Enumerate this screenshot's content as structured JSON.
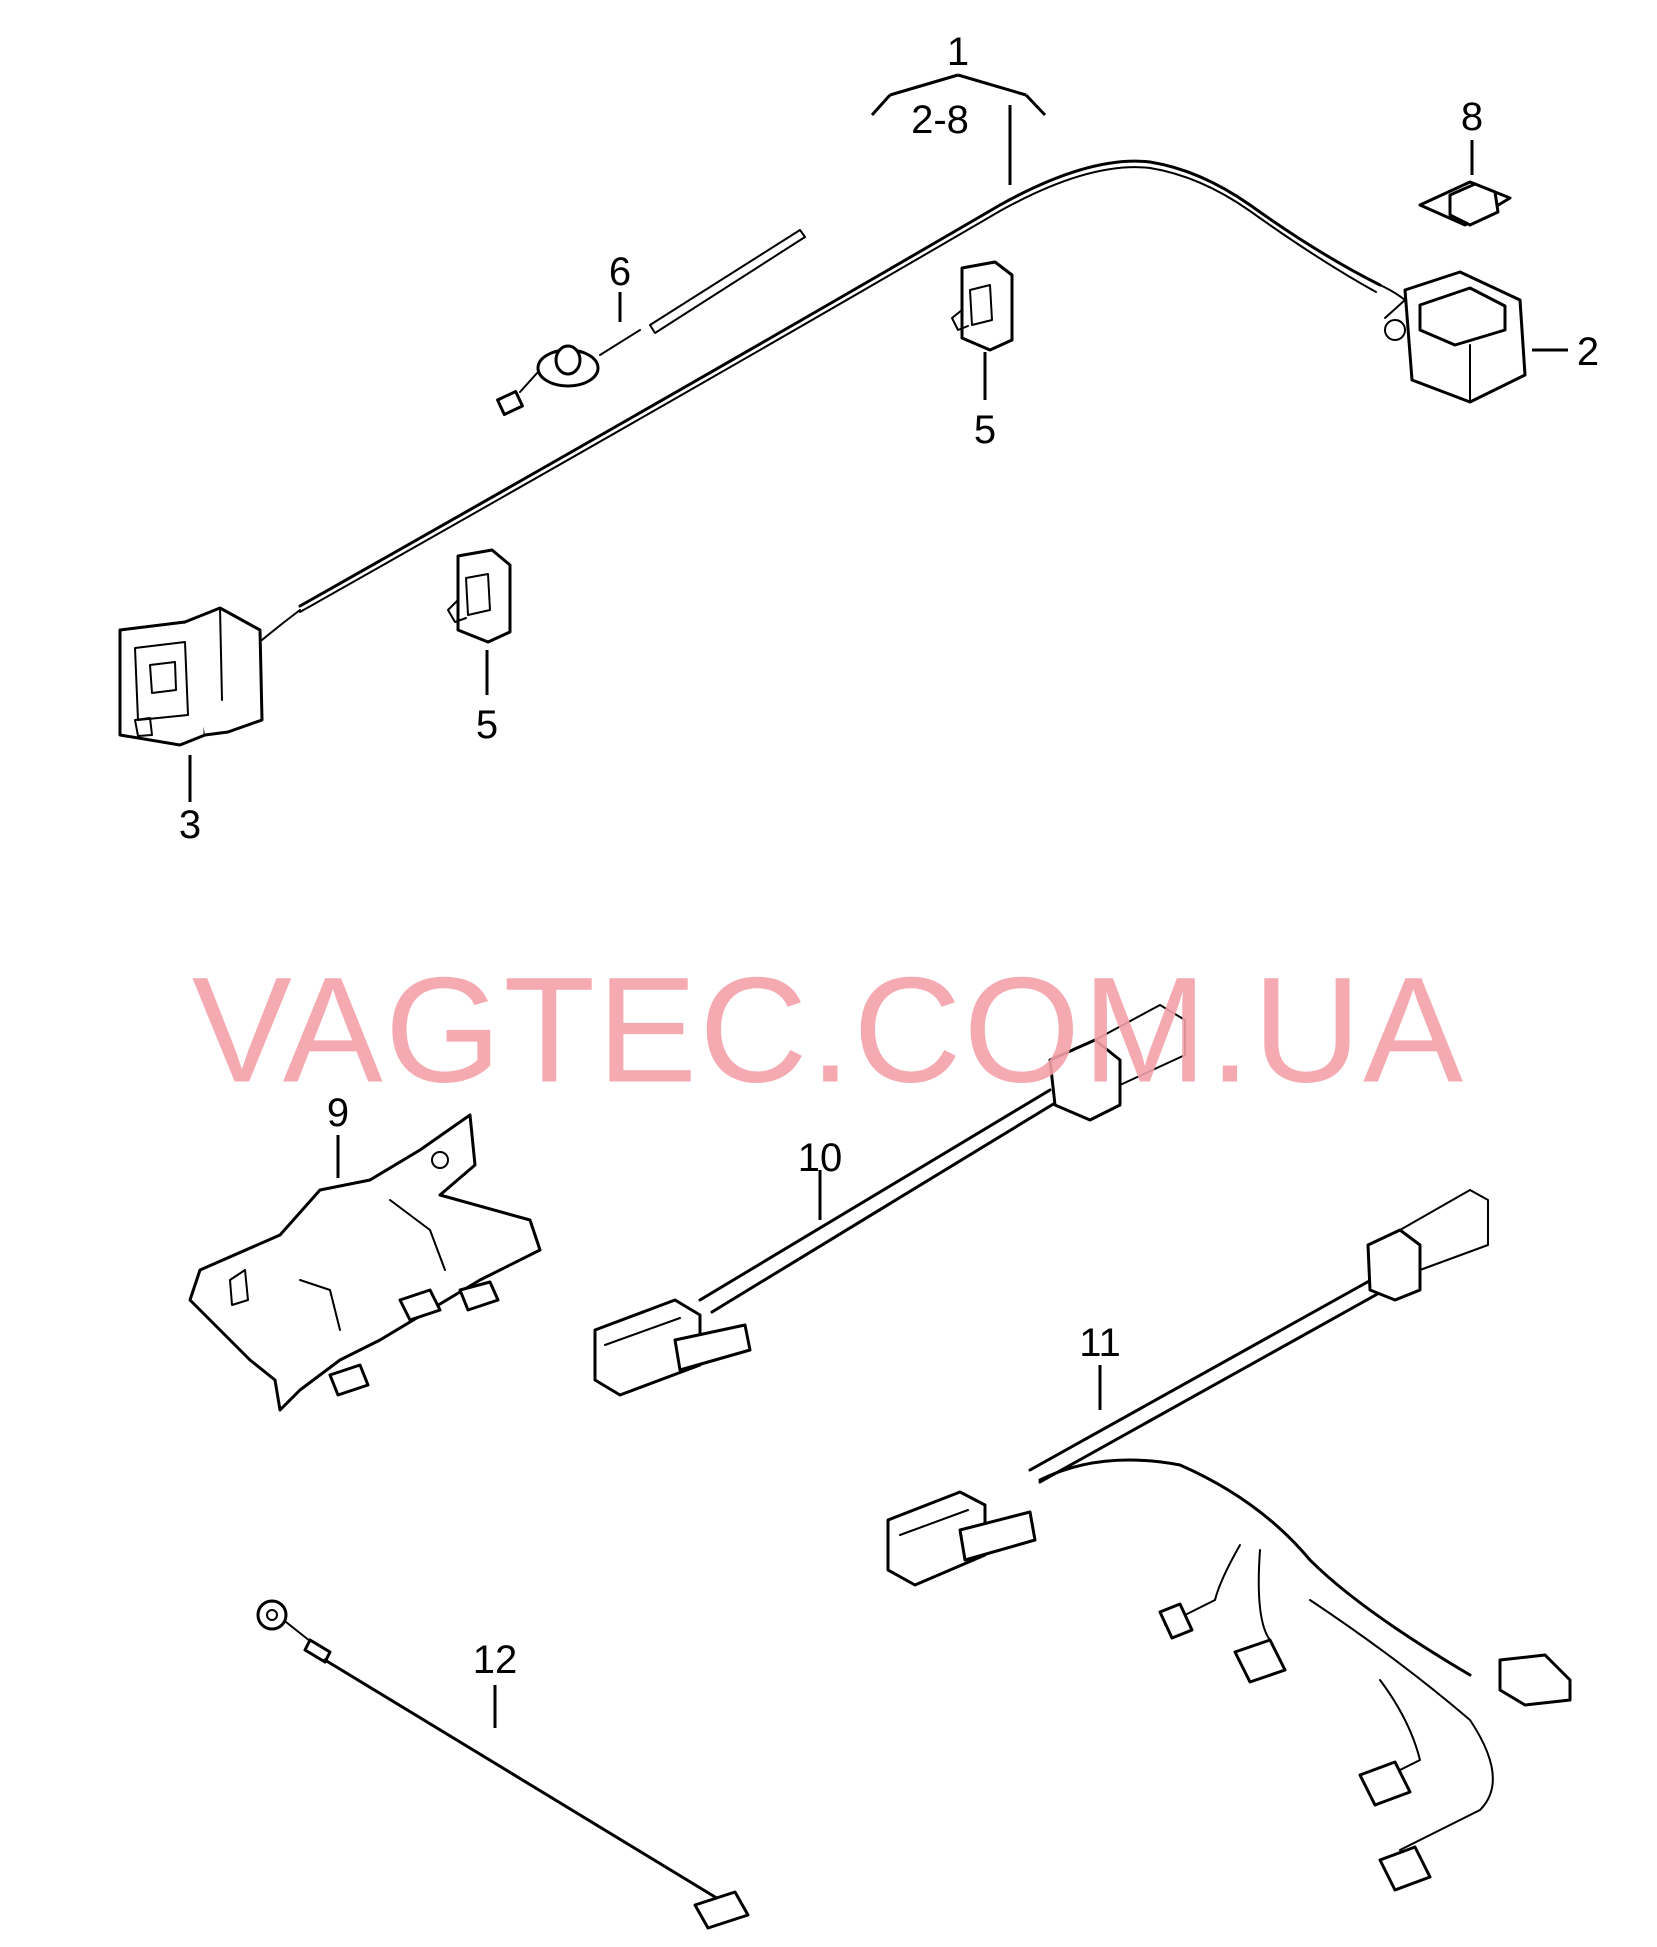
{
  "callouts": {
    "c1": "1",
    "c2_8": "2-8",
    "c8": "8",
    "c6": "6",
    "c2": "2",
    "c5a": "5",
    "c5b": "5",
    "c3": "3",
    "c9": "9",
    "c10": "10",
    "c11": "11",
    "c12": "12"
  },
  "watermark": "VAGTEC.COM.UA",
  "colors": {
    "line": "#000000",
    "watermark": "#f4a0a8",
    "background": "#ffffff"
  }
}
